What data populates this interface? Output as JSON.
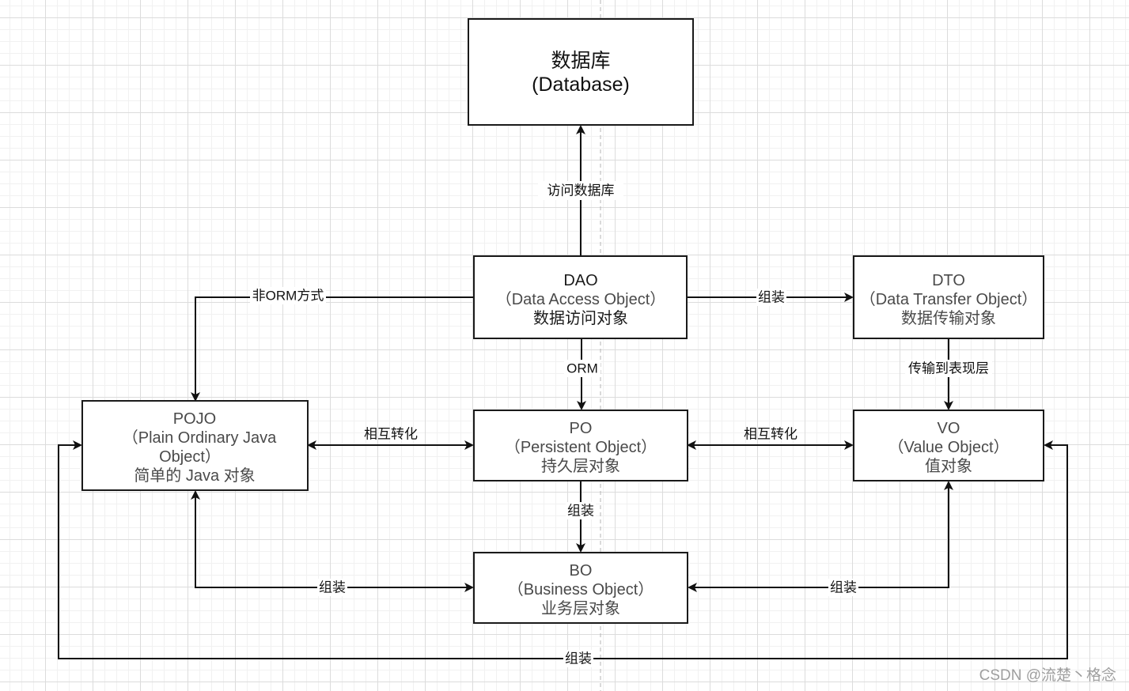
{
  "nodes": {
    "database": {
      "lines": [
        "数据库",
        "(Database)"
      ]
    },
    "dao": {
      "lines": [
        "DAO",
        "（Data Access Object）",
        "数据访问对象"
      ]
    },
    "dto": {
      "lines": [
        "DTO",
        "（Data Transfer Object）",
        "数据传输对象"
      ]
    },
    "pojo": {
      "lines": [
        "POJO",
        "（Plain Ordinary Java",
        "Object）",
        "简单的 Java 对象"
      ]
    },
    "po": {
      "lines": [
        "PO",
        "（Persistent Object）",
        "持久层对象"
      ]
    },
    "vo": {
      "lines": [
        "VO",
        "（Value Object）",
        "值对象"
      ]
    },
    "bo": {
      "lines": [
        "BO",
        "（Business Object）",
        "业务层对象"
      ]
    }
  },
  "edges": {
    "dao_db": "访问数据库",
    "dao_pojo": "非ORM方式",
    "dao_dto": "组装",
    "dao_po": "ORM",
    "dto_vo": "传输到表现层",
    "pojo_po": "相互转化",
    "po_vo": "相互转化",
    "po_bo": "组装",
    "pojo_bo": "组装",
    "vo_bo": "组装",
    "pojo_vo_loop": "组装"
  },
  "watermark": "CSDN @流楚丶格念"
}
